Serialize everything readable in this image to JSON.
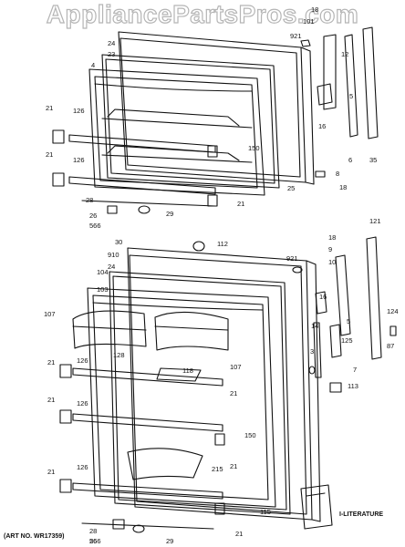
{
  "watermark": "AppliancePartsPros.com",
  "art_number": "(ART NO. WR17359)",
  "literature_label": "I-LITERATURE",
  "upper_labels": [
    "18",
    "101",
    "921",
    "12",
    "24",
    "23",
    "4",
    "5",
    "21",
    "126",
    "16",
    "6",
    "35",
    "150",
    "21",
    "126",
    "8",
    "25",
    "18",
    "28",
    "21",
    "26",
    "566",
    "29"
  ],
  "lower_labels": [
    "30",
    "112",
    "910",
    "24",
    "921",
    "18",
    "9",
    "10",
    "121",
    "104",
    "103",
    "16",
    "107",
    "14",
    "5",
    "124",
    "3",
    "125",
    "87",
    "128",
    "118",
    "107",
    "7",
    "21",
    "126",
    "113",
    "21",
    "126",
    "21",
    "150",
    "21",
    "126",
    "215",
    "21",
    "115",
    "28",
    "21",
    "26",
    "566",
    "29"
  ]
}
